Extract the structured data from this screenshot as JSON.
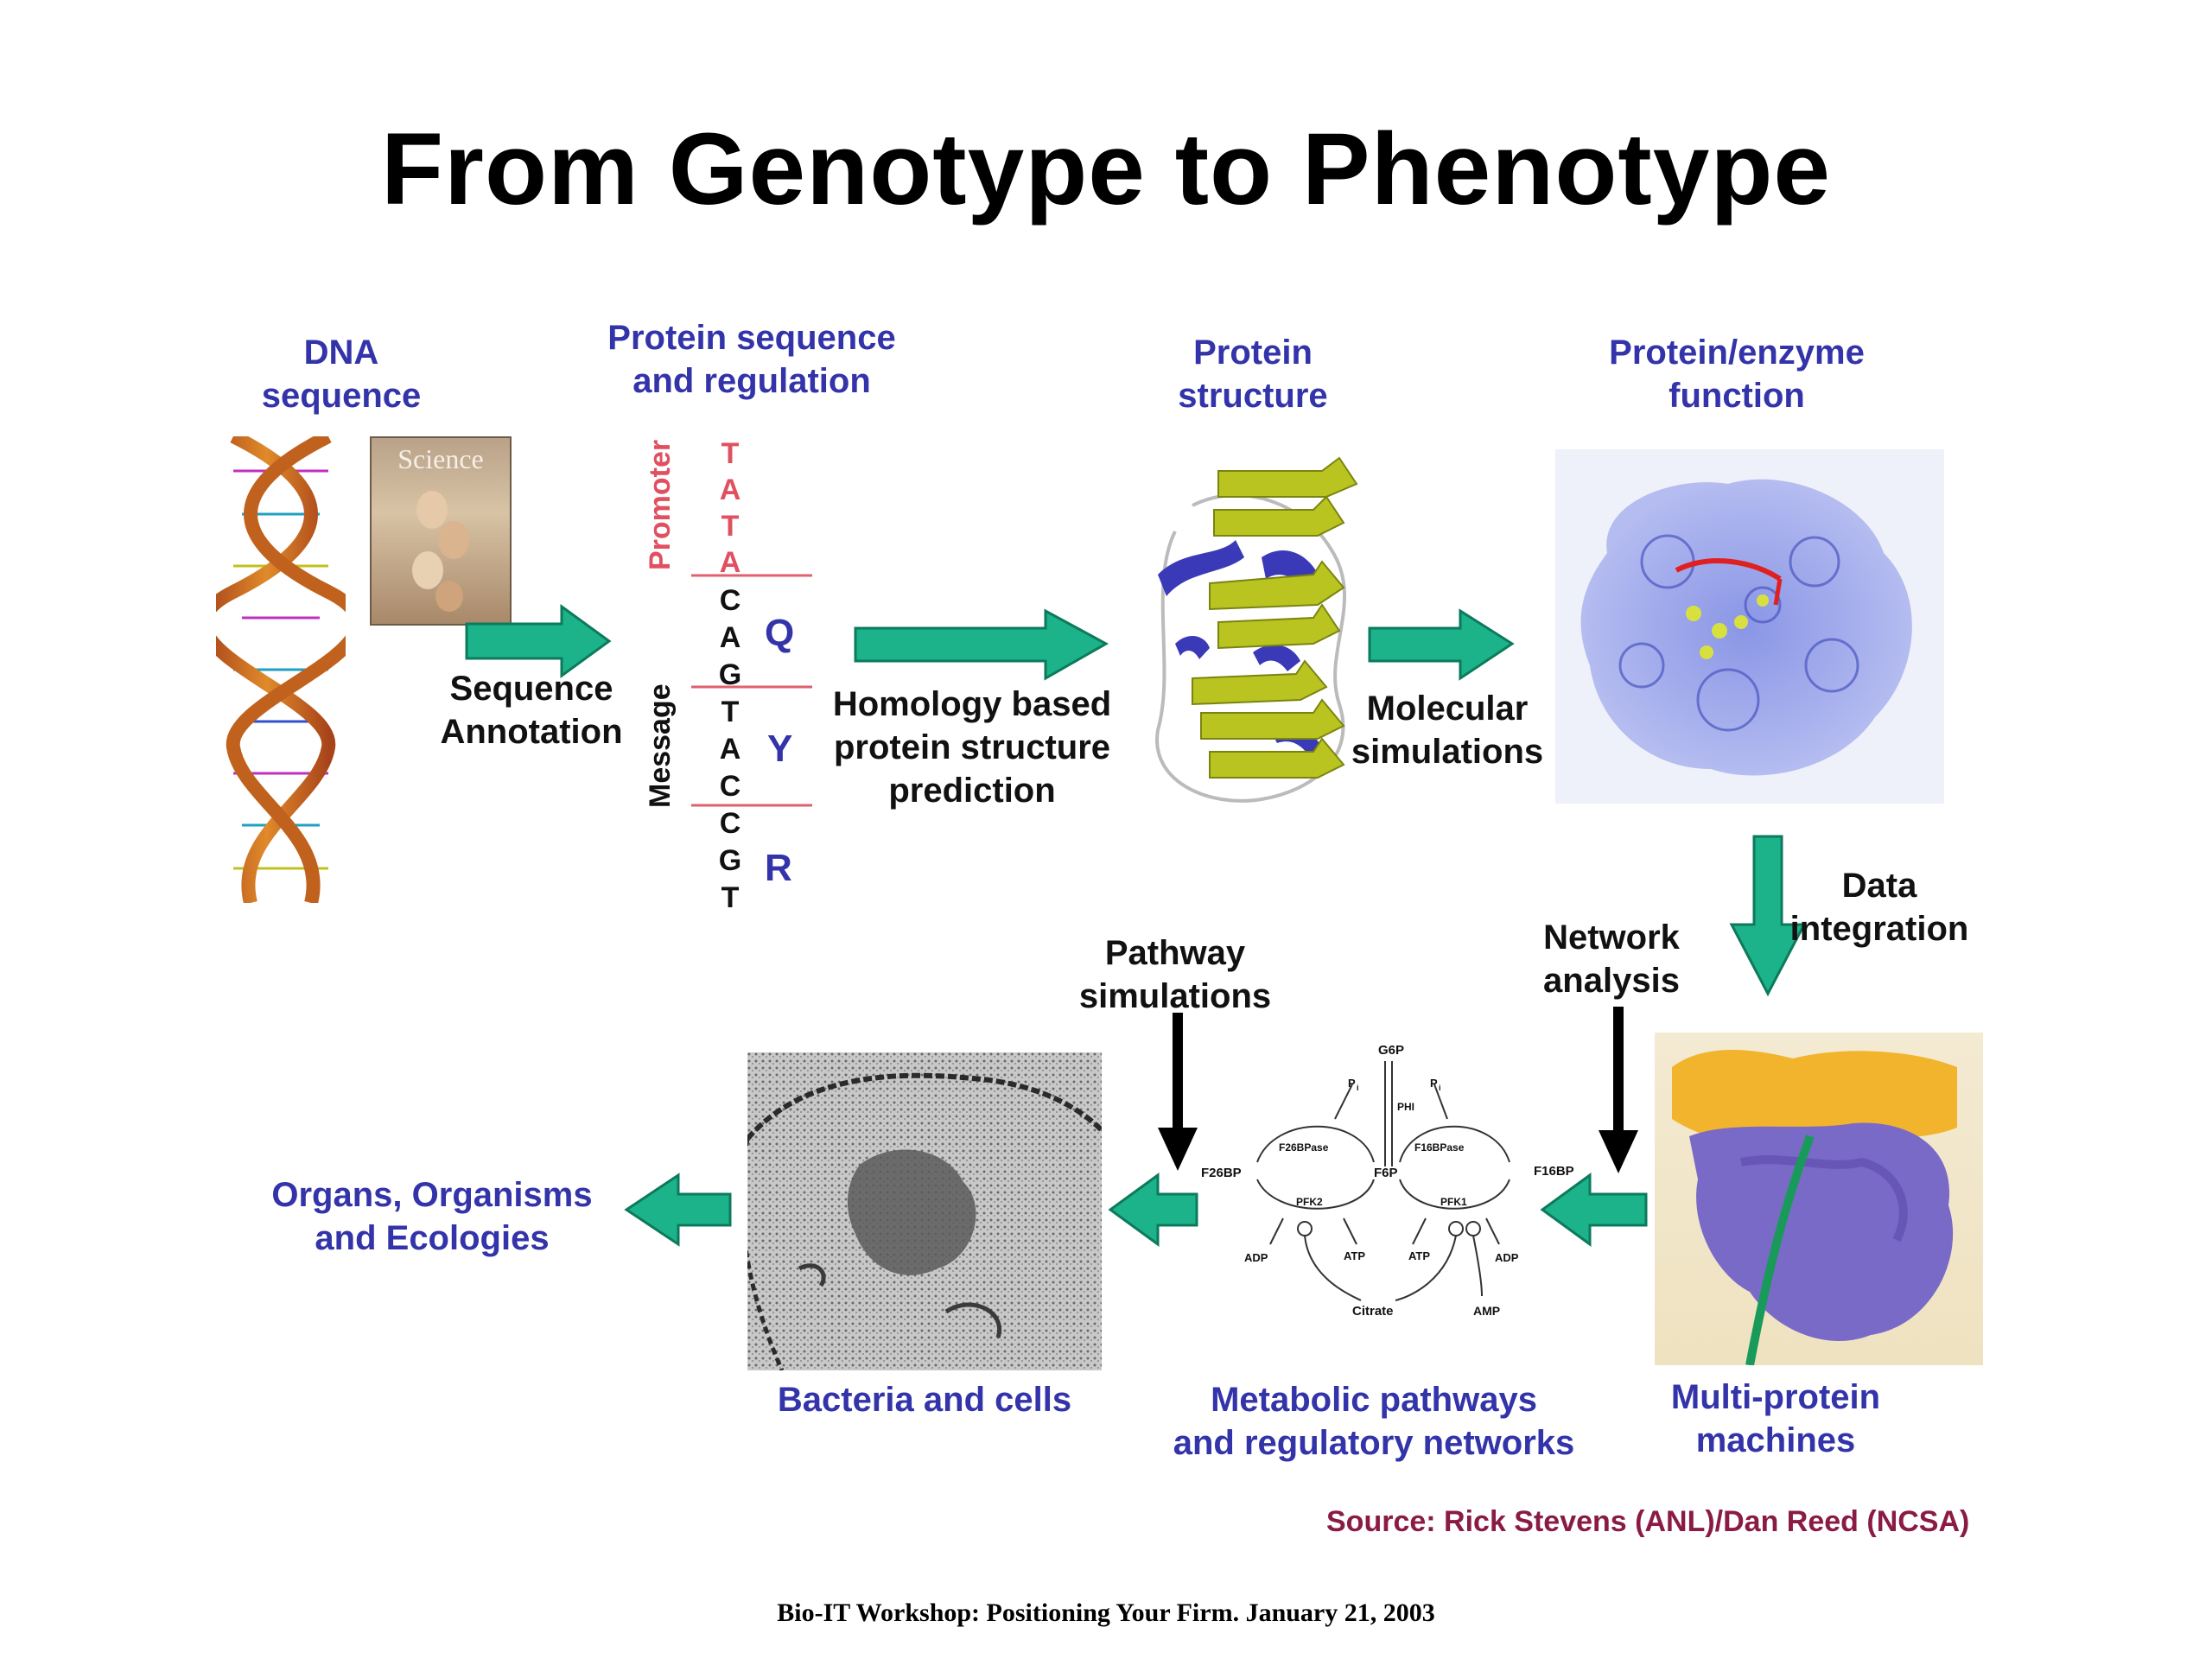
{
  "title": "From Genotype to Phenotype",
  "labels": {
    "dna_sequence": "DNA\nsequence",
    "protein_seq_regulation": "Protein sequence\nand regulation",
    "protein_structure": "Protein\nstructure",
    "protein_function": "Protein/enzyme\nfunction",
    "sequence_annotation": "Sequence\nAnnotation",
    "homology": "Homology based\nprotein structure\nprediction",
    "molecular_sim": "Molecular\nsimulations",
    "data_integration": "Data\nintegration",
    "network_analysis": "Network\nanalysis",
    "pathway_sim": "Pathway\nsimulations",
    "organs": "Organs, Organisms\nand Ecologies",
    "bacteria": "Bacteria and cells",
    "metabolic": "Metabolic pathways\nand regulatory networks",
    "multi_protein": "Multi-protein\nmachines"
  },
  "sequence": {
    "promoter_label": "Promoter",
    "message_label": "Message",
    "promoter_bases": [
      "T",
      "A",
      "T",
      "A"
    ],
    "message_bases": [
      "C",
      "A",
      "G",
      "T",
      "A",
      "C",
      "C",
      "G",
      "T"
    ],
    "amino_acids": [
      "Q",
      "Y",
      "R"
    ]
  },
  "science_cover": "Science",
  "pathway_diagram": {
    "g6p": "G6P",
    "pi_left": "P",
    "pi_right": "P",
    "phi": "PHI",
    "f26bpase": "F26BPase",
    "f16bpase": "F16BPase",
    "f26bp": "F26BP",
    "f6p": "F6P",
    "f16bp": "F16BP",
    "pfk2": "PFK2",
    "pfk1": "PFK1",
    "adp": "ADP",
    "atp": "ATP",
    "citrate": "Citrate",
    "amp": "AMP",
    "subscript_i": "i"
  },
  "source": "Source: Rick Stevens (ANL)/Dan Reed (NCSA)",
  "footer": "Bio-IT Workshop: Positioning Your Firm. January 21, 2003",
  "colors": {
    "arrow": "#1db38a",
    "blue_text": "#3333aa",
    "source_text": "#8a1b45",
    "red_line": "#e06070"
  }
}
